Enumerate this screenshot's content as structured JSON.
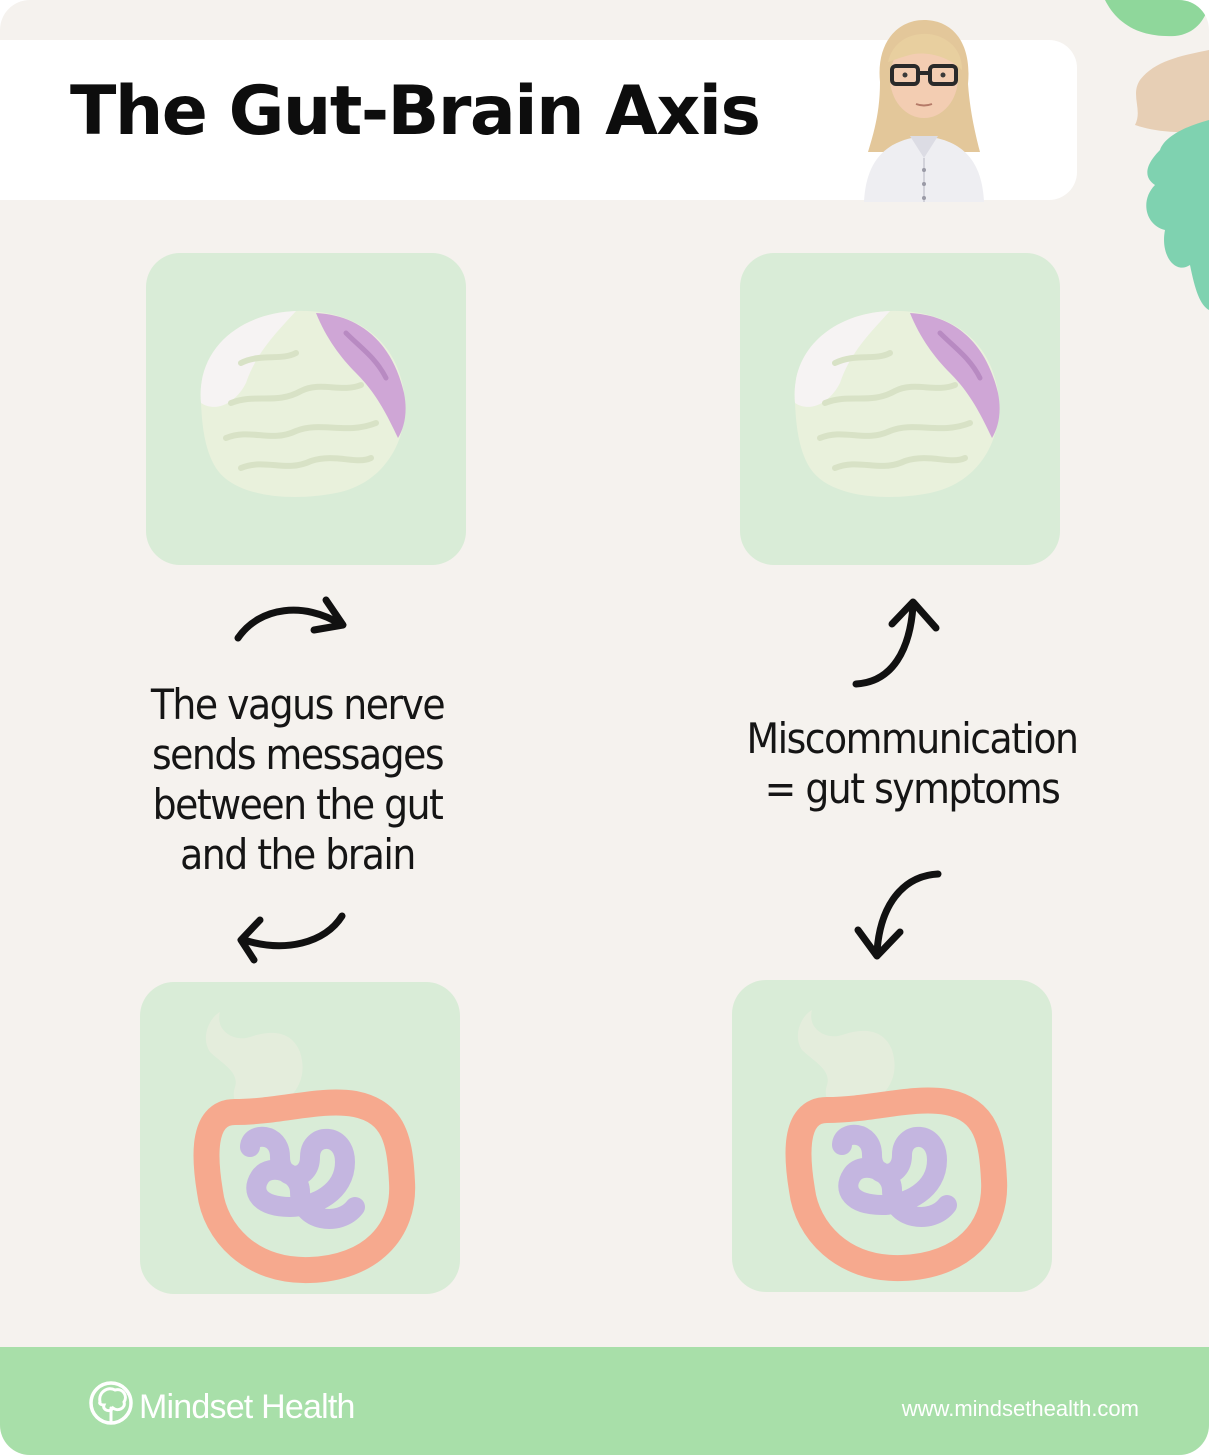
{
  "header": {
    "title": "The Gut-Brain Axis"
  },
  "captions": {
    "left": [
      "The vagus nerve",
      "sends messages",
      "between the gut",
      "and the brain"
    ],
    "right": [
      "Miscommunication",
      "= gut symptoms"
    ]
  },
  "footer": {
    "brand": "Mindset Health",
    "url": "www.mindsethealth.com"
  },
  "icons": {
    "avatar": "doctor-avatar",
    "brain": "brain-illustration",
    "gut": "digestive-system-illustration",
    "logo": "mindset-health-logo-icon"
  },
  "colors": {
    "background": "#f5f2ee",
    "tile": "#d9ecd7",
    "footer": "#a8dfa9",
    "text": "#151515"
  }
}
